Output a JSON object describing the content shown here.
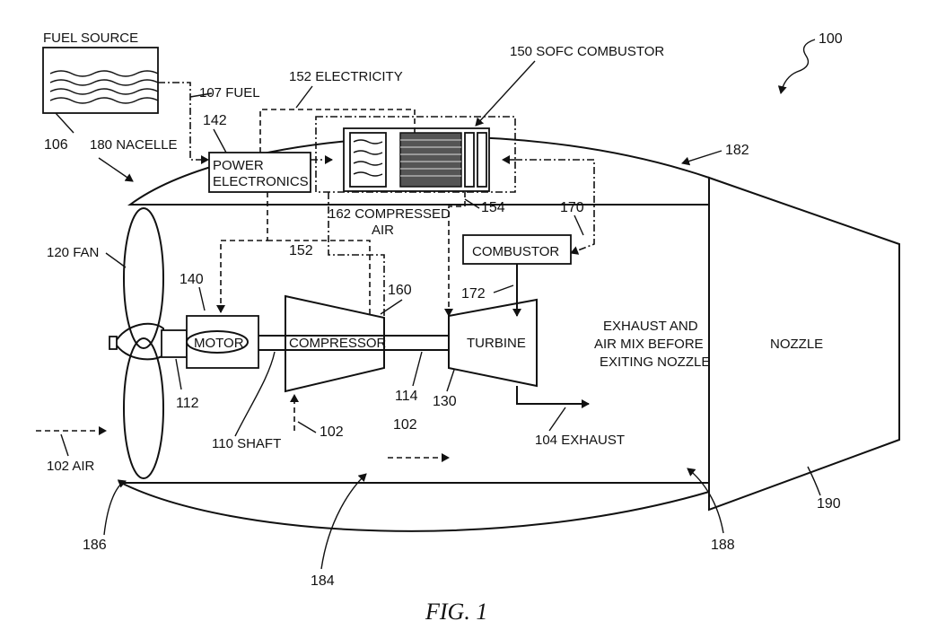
{
  "figure": {
    "caption": "FIG. 1",
    "ref_system": "100"
  },
  "labels": {
    "fuel_source": "FUEL SOURCE",
    "fuel_source_ref": "106",
    "fuel_line": "107 FUEL",
    "electricity": "152 ELECTRICITY",
    "sofc_combustor": "150 SOFC COMBUSTOR",
    "power_electronics_ref": "142",
    "power_electronics_line1": "POWER",
    "power_electronics_line2": "ELECTRONICS",
    "nacelle": "180 NACELLE",
    "ref_182": "182",
    "compressed_air_line1": "162 COMPRESSED",
    "compressed_air_line2": "AIR",
    "ref_154": "154",
    "ref_170": "170",
    "combustor": "COMBUSTOR",
    "fan": "120 FAN",
    "ref_152_lower": "152",
    "motor_ref": "140",
    "motor": "MOTOR",
    "ref_160": "160",
    "compressor": "COMPRESSOR",
    "ref_172": "172",
    "turbine": "TURBINE",
    "exhaust_mix_line1": "EXHAUST AND",
    "exhaust_mix_line2": "AIR MIX BEFORE",
    "exhaust_mix_line3": "EXITING NOZZLE",
    "nozzle": "NOZZLE",
    "ref_112": "112",
    "ref_114": "114",
    "ref_130": "130",
    "shaft": "110 SHAFT",
    "ref_102_compressor": "102",
    "ref_102_bypass": "102",
    "exhaust": "104 EXHAUST",
    "air_inlet": "102 AIR",
    "ref_186": "186",
    "ref_184": "184",
    "ref_188": "188",
    "ref_190": "190"
  }
}
